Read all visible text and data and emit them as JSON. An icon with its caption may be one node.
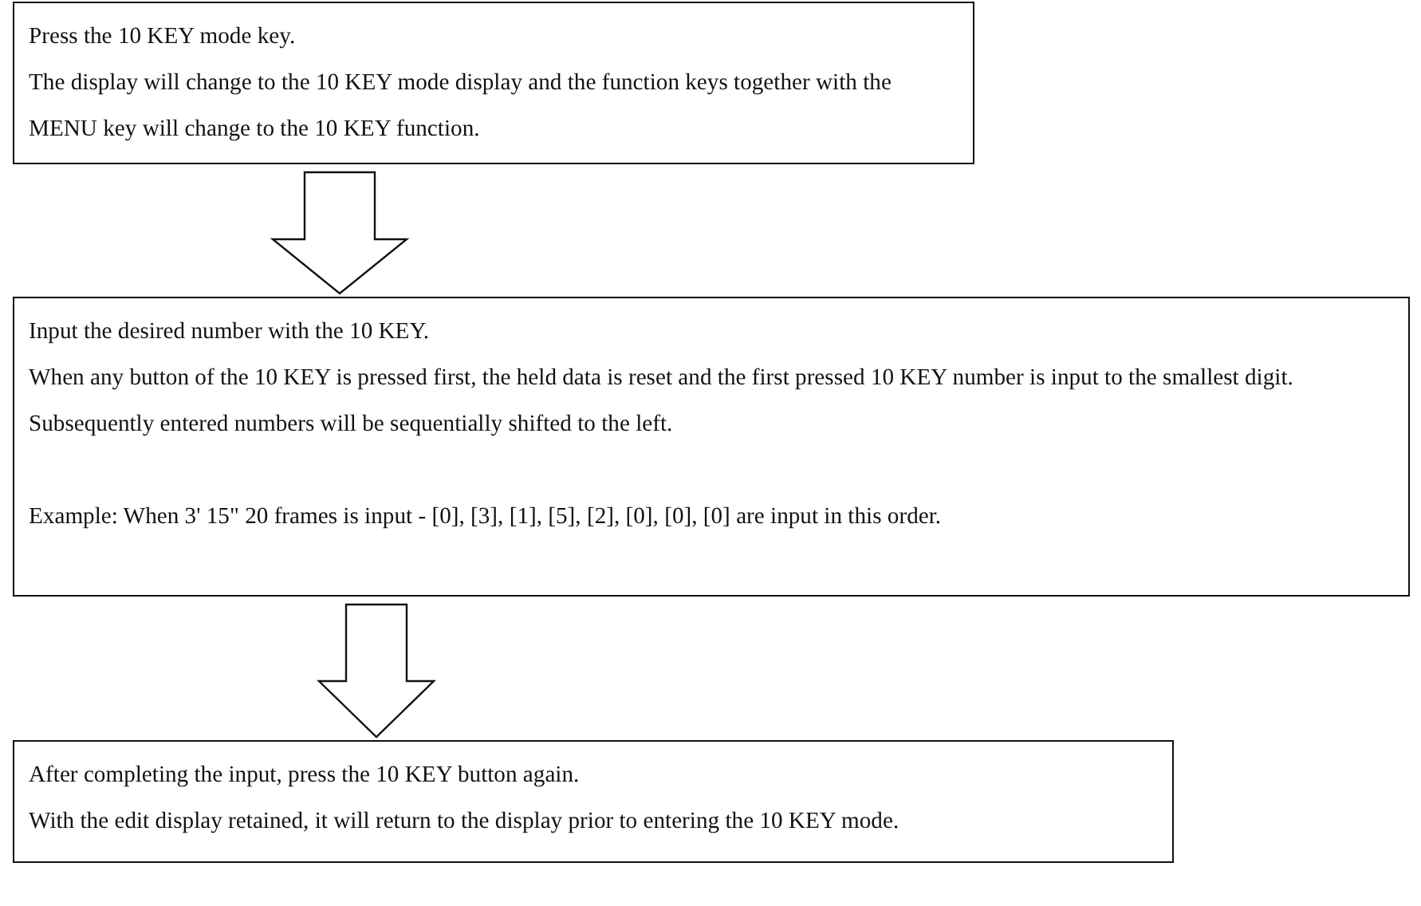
{
  "diagram": {
    "nodes": [
      {
        "text": [
          "Press the 10 KEY mode key.",
          "The display will change to the 10 KEY mode display and the function keys together with the MENU key will change to the 10 KEY function."
        ]
      },
      {
        "text": [
          "Input the desired number with the 10 KEY.",
          "When any button of the 10 KEY is pressed first, the held data is reset and the first pressed 10 KEY number is input to the smallest digit.",
          "Subsequently entered numbers will be sequentially shifted to the left.",
          "Example: When 3' 15\" 20 frames is input - [0], [3], [1], [5], [2], [0], [0], [0] are input in this order."
        ]
      },
      {
        "text": [
          "After completing the input, press the 10 KEY button again.",
          "With the edit display retained, it will return to the display prior to entering the 10 KEY mode."
        ]
      }
    ],
    "edges": [
      {
        "from": 0,
        "to": 1,
        "arrow": "to"
      },
      {
        "from": 1,
        "to": 2,
        "arrow": "to"
      }
    ]
  }
}
